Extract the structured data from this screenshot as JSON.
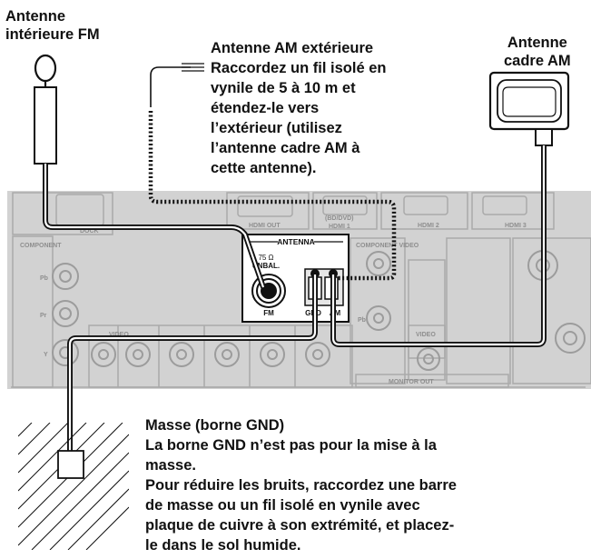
{
  "labels": {
    "fm_antenna": [
      "Antenne",
      "intérieure FM"
    ],
    "am_loop": [
      "Antenne",
      "cadre AM"
    ],
    "am_outdoor": [
      "Antenne AM extérieure",
      "Raccordez un fil isolé en",
      "vynile de 5 à 10 m et",
      "étendez-le vers",
      "l’extérieur (utilisez",
      "l’antenne cadre AM à",
      "cette antenne)."
    ],
    "ground": [
      "Masse (borne GND)",
      "La borne GND n’est pas pour la mise à la",
      "masse.",
      "Pour réduire les bruits, raccordez une barre",
      "de masse ou un fil isolé en vynile avec",
      "plaque de cuivre à son extrémité, et placez-",
      "le dans le sol humide."
    ]
  },
  "panel": {
    "antenna_title": "ANTENNA",
    "impedance": "75 Ω",
    "unbal": "UNBAL.",
    "fm": "FM",
    "gnd": "GND",
    "am": "AM",
    "dock": "DOCK",
    "hdmi_out": "HDMI OUT",
    "bd_dvd": "(BD/DVD)",
    "hdmi1": "HDMI 1",
    "hdmi2": "HDMI 2",
    "hdmi3": "HDMI 3",
    "component": "COMPONENT",
    "component_video": "COMPONENT VIDEO",
    "video": "VIDEO",
    "video2": "VIDEO",
    "monitor_out": "MONITOR OUT",
    "pb": "Pb",
    "pr": "Pr",
    "y": "Y",
    "pb2": "Pb"
  },
  "colors": {
    "panel_bg": "#d2d2d2",
    "panel_line": "#a9a9a9",
    "cable": "#111111"
  }
}
